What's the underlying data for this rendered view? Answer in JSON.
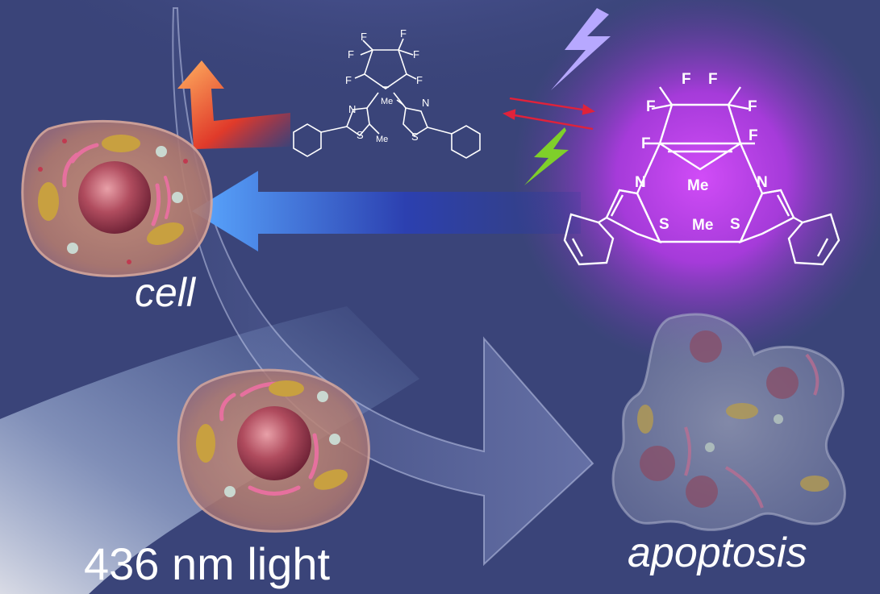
{
  "labels": {
    "cell": "cell",
    "apoptosis": "apoptosis",
    "light": "436 nm light"
  },
  "open_form": {
    "atoms": {
      "f": "F",
      "n": "N",
      "s": "S",
      "me": "Me"
    }
  },
  "closed_form": {
    "atoms": {
      "f": "F",
      "n": "N",
      "s": "S",
      "me": "Me"
    }
  },
  "icons": {
    "uv_light": "lightning-bolt-icon",
    "visible_light": "lightning-bolt-icon"
  },
  "colors": {
    "background": "#3a4479",
    "closed_form_glow": "#c84bf0",
    "uv_bolt": "#b7a8ff",
    "visible_bolt": "#7fcf2a",
    "equilibrium_arrows": "#e0223a",
    "blue_arrow": "#3f8fe8",
    "orange_arrow": "#e8a040"
  }
}
